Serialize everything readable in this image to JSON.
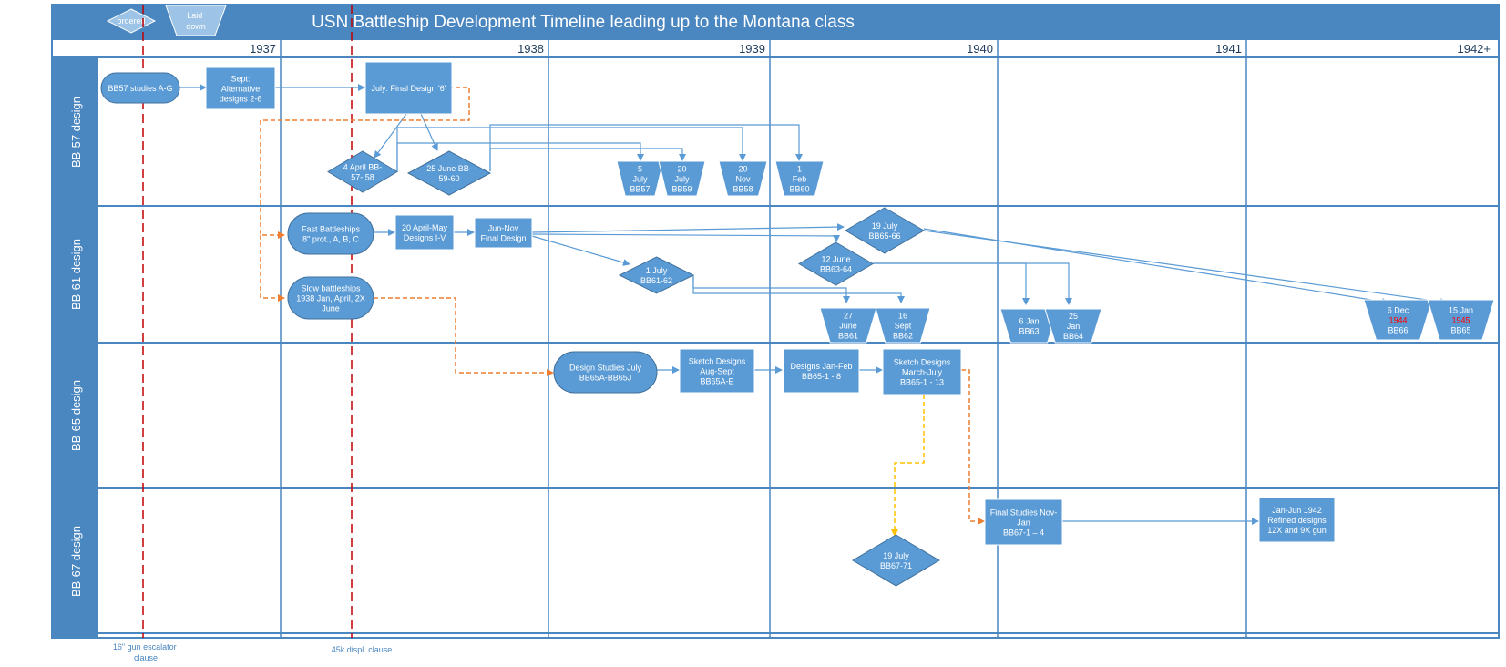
{
  "title": "USN Battleship Development Timeline leading up to the Montana class",
  "legend": {
    "ordered": "ordered",
    "laid_down": [
      "Laid",
      "down"
    ]
  },
  "years": [
    "1937",
    "1938",
    "1939",
    "1940",
    "1941",
    "1942+"
  ],
  "lanes": [
    "BB-57 design",
    "BB-61 design",
    "BB-65 design",
    "BB-67 design"
  ],
  "markers": [
    {
      "lines": [
        "16\" gun escalator",
        "clause"
      ]
    },
    {
      "lines": [
        "45k displ. clause"
      ]
    }
  ],
  "colors": {
    "primary": "#5b9bd5",
    "border": "#41719c",
    "header": "#4a86c0",
    "dashed_orange": "#ed7d31",
    "dashed_yellow": "#ffc000",
    "marker_red": "#c00000",
    "highlight_red": "#ff0000"
  },
  "nodes": {
    "bb57_studies": {
      "kind": "process",
      "lines": [
        "BB57 studies  A-G"
      ]
    },
    "alt_designs": {
      "kind": "rect",
      "lines": [
        "Sept:",
        "Alternative",
        "designs 2-6"
      ]
    },
    "final_design_6": {
      "kind": "rect",
      "lines": [
        "July: Final Design '6'"
      ]
    },
    "d_4april": {
      "kind": "decision",
      "lines": [
        "4 April BB-",
        "57- 58"
      ]
    },
    "d_25june": {
      "kind": "decision",
      "lines": [
        "25 June BB-",
        "59-60"
      ]
    },
    "ld_bb57": {
      "kind": "laid",
      "lines": [
        "5",
        "July",
        "BB57"
      ]
    },
    "ld_bb59": {
      "kind": "laid",
      "lines": [
        "20",
        "July",
        "BB59"
      ]
    },
    "ld_bb58": {
      "kind": "laid",
      "lines": [
        "20",
        "Nov",
        "BB58"
      ]
    },
    "ld_bb60": {
      "kind": "laid",
      "lines": [
        "1",
        "Feb",
        "BB60"
      ]
    },
    "fast_bb": {
      "kind": "process",
      "lines": [
        "Fast Battleships",
        "8\" prot., A, B, C"
      ]
    },
    "designs_iv": {
      "kind": "rect",
      "lines": [
        "20 April-May",
        "Designs I-V"
      ]
    },
    "jun_nov": {
      "kind": "rect",
      "lines": [
        "Jun-Nov",
        "Final Design"
      ]
    },
    "slow_bb": {
      "kind": "process",
      "lines": [
        "Slow battleships",
        "1938 Jan, April, 2X",
        "June"
      ]
    },
    "d_1july": {
      "kind": "decision",
      "lines": [
        "1 July",
        "BB61-62"
      ]
    },
    "d_19july_65": {
      "kind": "decision",
      "lines": [
        "19 July",
        "BB65-66"
      ]
    },
    "d_12june": {
      "kind": "decision",
      "lines": [
        "12 June",
        "BB63-64"
      ]
    },
    "ld_bb61": {
      "kind": "laid",
      "lines": [
        "27",
        "June",
        "BB61"
      ]
    },
    "ld_bb62": {
      "kind": "laid",
      "lines": [
        "16",
        "Sept",
        "BB62"
      ]
    },
    "ld_bb63": {
      "kind": "laid",
      "lines": [
        "6 Jan",
        "BB63"
      ]
    },
    "ld_bb64": {
      "kind": "laid",
      "lines": [
        "25",
        "Jan",
        "BB64"
      ]
    },
    "ld_bb66": {
      "kind": "laid",
      "lines": [
        "6 Dec",
        "1944",
        "BB66"
      ],
      "red_line": 1
    },
    "ld_bb65": {
      "kind": "laid",
      "lines": [
        "15 Jan",
        "1945",
        "BB65"
      ],
      "red_line": 1
    },
    "design_studies": {
      "kind": "process",
      "lines": [
        "Design Studies July",
        "BB65A-BB65J"
      ]
    },
    "sketch_aug": {
      "kind": "rect",
      "lines": [
        "Sketch Designs",
        "Aug-Sept",
        "BB65A-E"
      ]
    },
    "designs_janfeb": {
      "kind": "rect",
      "lines": [
        "Designs Jan-Feb",
        "BB65-1 - 8"
      ]
    },
    "sketch_march": {
      "kind": "rect",
      "lines": [
        "Sketch Designs",
        "March-July",
        "BB65-1 - 13"
      ]
    },
    "final_studies": {
      "kind": "rect",
      "lines": [
        "Final Studies Nov-",
        "Jan",
        "BB67-1 – 4"
      ]
    },
    "refined": {
      "kind": "rect",
      "lines": [
        "Jan-Jun 1942",
        "Refined designs",
        "12X and 9X gun"
      ]
    },
    "d_19july_67": {
      "kind": "decision",
      "lines": [
        "19 July",
        "BB67-71"
      ]
    }
  }
}
